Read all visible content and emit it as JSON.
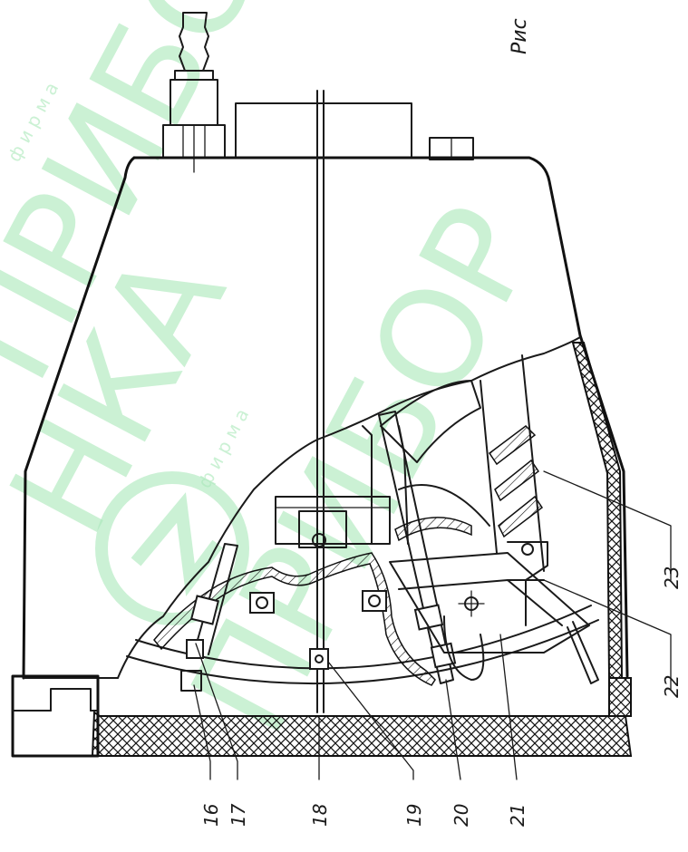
{
  "figure": {
    "caption": "Рис",
    "callouts": [
      "16",
      "17",
      "18",
      "19",
      "20",
      "21",
      "22",
      "23"
    ]
  },
  "watermark": {
    "small_text_1": "ф и р м а",
    "big_text_1": "ПРИБОР",
    "small_text_2": "ф и р м а",
    "big_text_2": "ПРИБОР",
    "side_text": "НКА",
    "color": "#a9e8b9"
  }
}
